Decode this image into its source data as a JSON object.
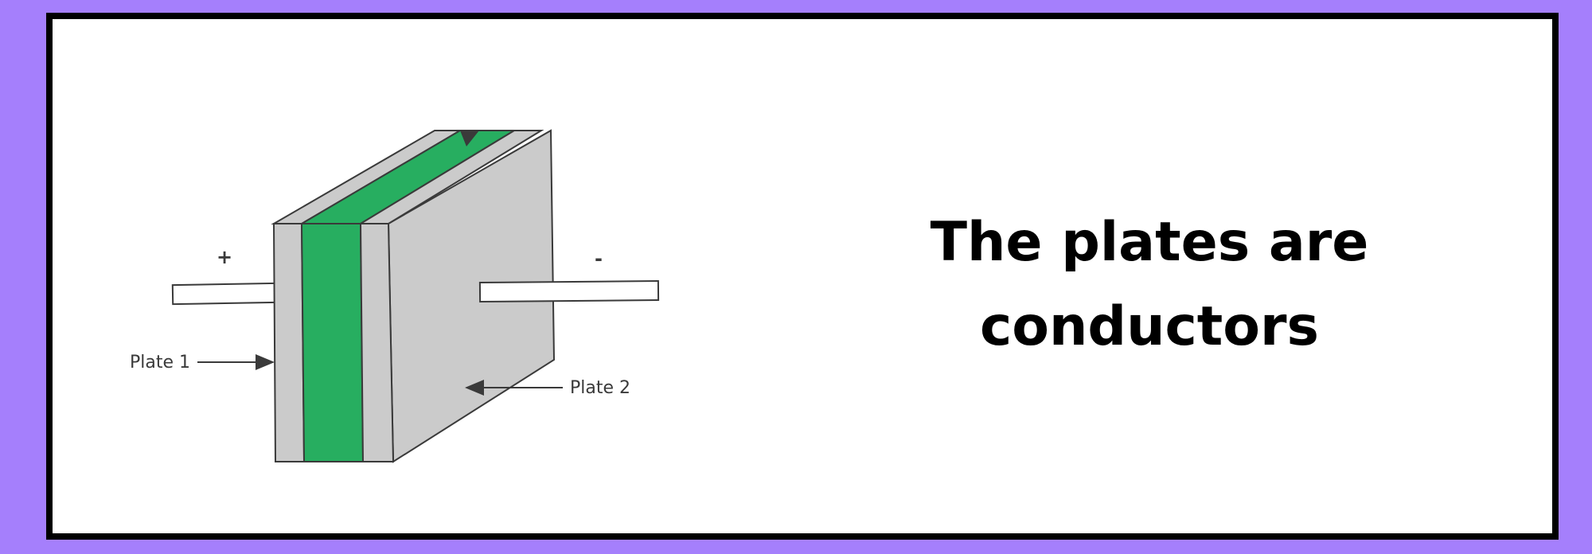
{
  "diagram": {
    "positive_sign": "+",
    "negative_sign": "-",
    "plate1_label": "Plate 1",
    "plate2_label": "Plate 2",
    "colors": {
      "plate": "#c8c8c8",
      "dielectric": "#27ae60",
      "outline": "#3a3a3a",
      "background": "#a57ffc"
    }
  },
  "headline": {
    "line1": "The plates are",
    "line2": "conductors"
  }
}
